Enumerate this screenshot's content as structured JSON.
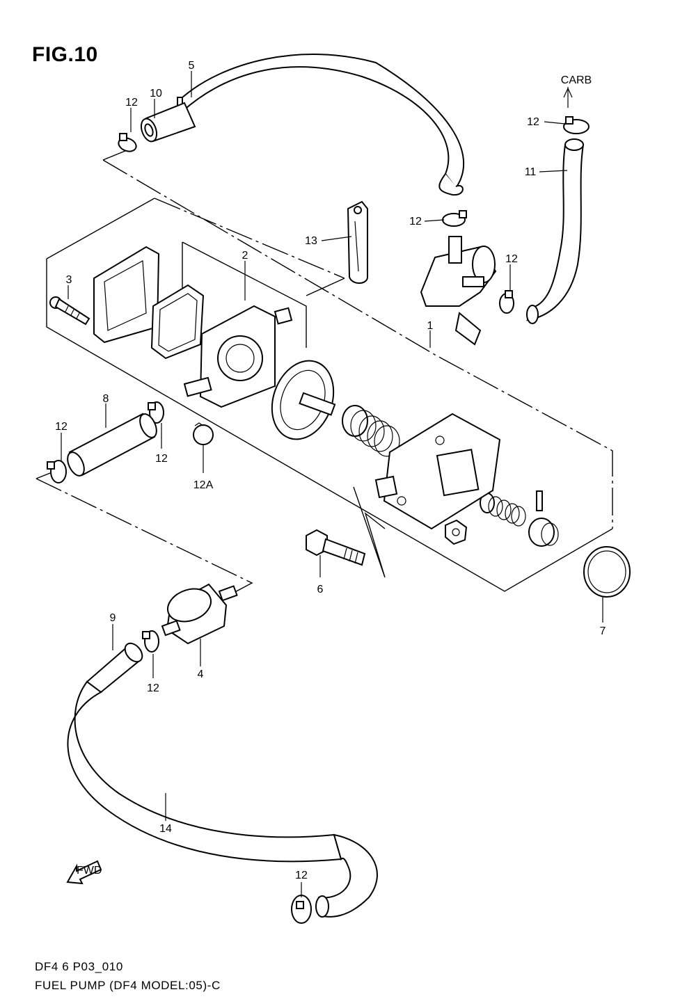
{
  "figure": {
    "title": "FIG.10",
    "code": "DF4 6 P03_010",
    "caption": "FUEL PUMP (DF4 MODEL:05)-C"
  },
  "labels": {
    "carb": "CARB",
    "fwd": "FWD",
    "part_1": "1",
    "part_2": "2",
    "part_3": "3",
    "part_4": "4",
    "part_5": "5",
    "part_6": "6",
    "part_7": "7",
    "part_8": "8",
    "part_9": "9",
    "part_10": "10",
    "part_11": "11",
    "part_12": "12",
    "part_12a": "12A",
    "part_13": "13",
    "part_14": "14"
  }
}
